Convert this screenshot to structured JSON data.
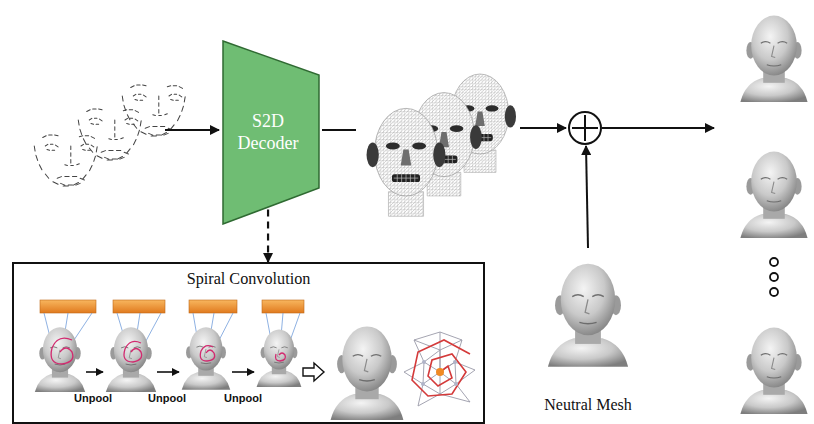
{
  "diagram": {
    "nodes": [
      {
        "text": [
          "S2D Decoder"
        ]
      },
      {
        "text": [
          "Spiral Convolution"
        ]
      }
    ],
    "edges": [
      {
        "from": 0,
        "to": 1,
        "arrow": "to"
      }
    ],
    "labels": [
      "Unpool",
      "Unpool",
      "Unpool",
      "Neutral Mesh"
    ]
  }
}
